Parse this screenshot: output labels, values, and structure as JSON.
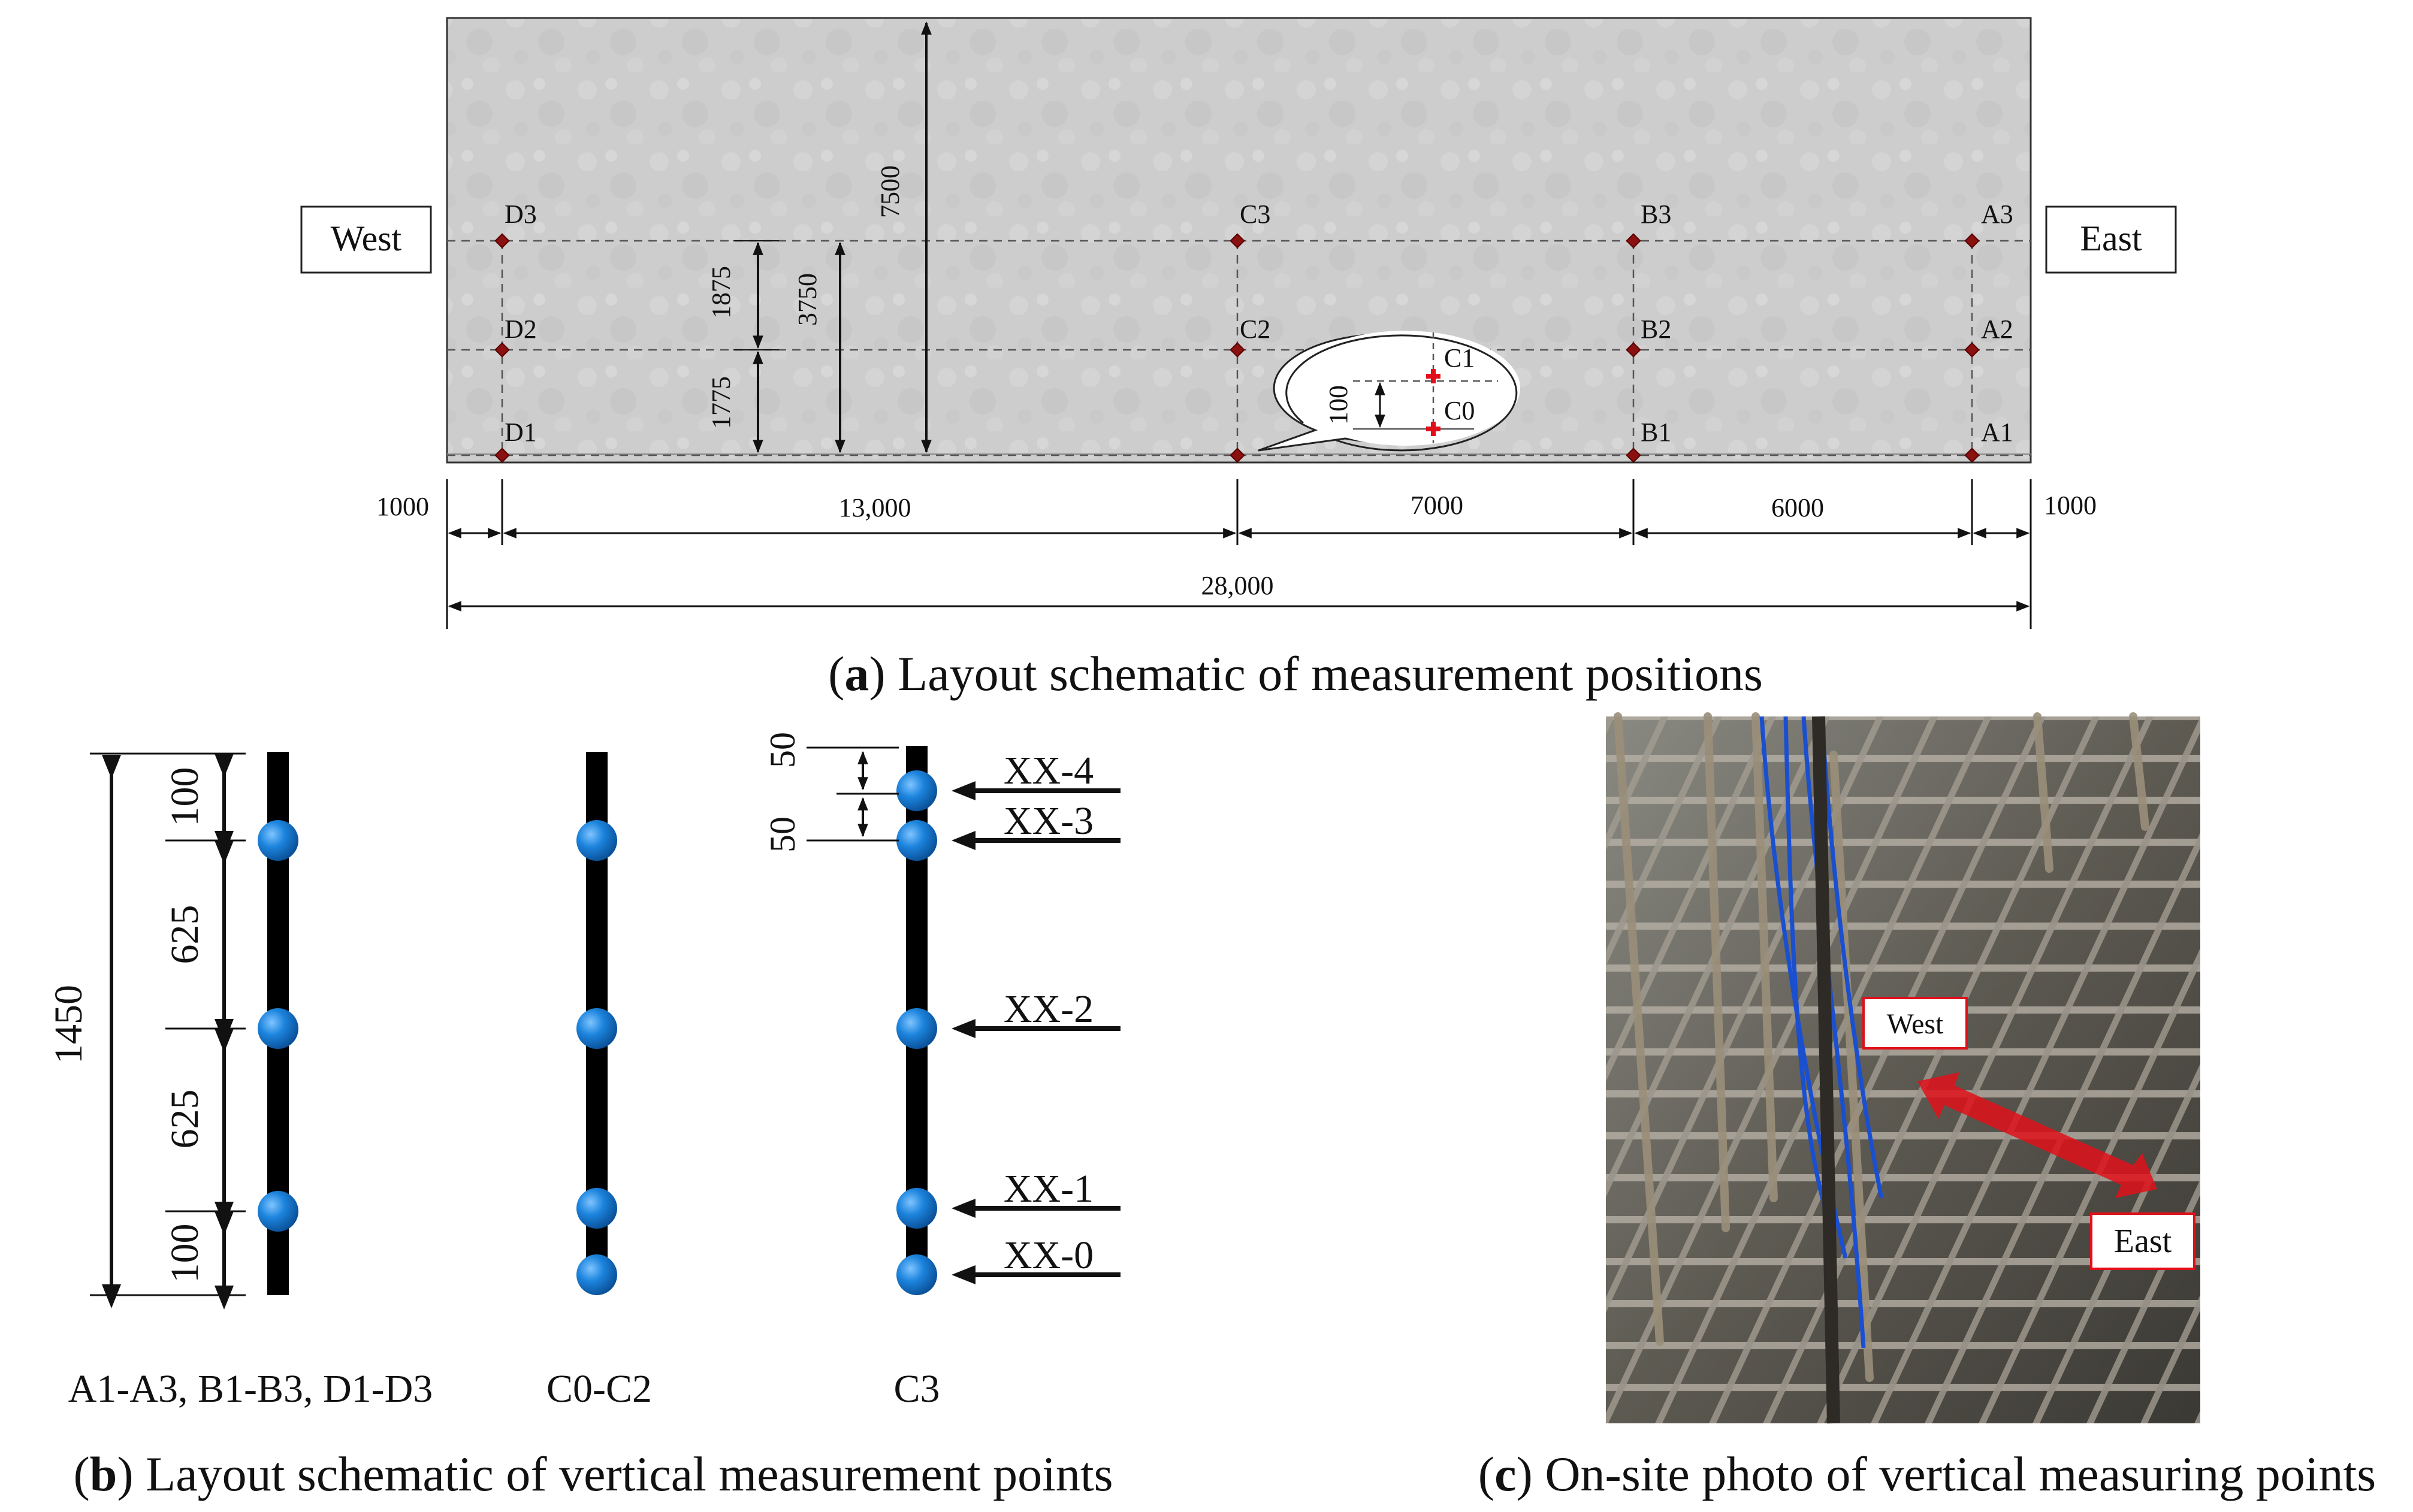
{
  "panel_a": {
    "caption_letter": "a",
    "caption_text": ") Layout schematic of measurement positions",
    "caption_open": "(",
    "west_label": "West",
    "east_label": "East",
    "points": {
      "D3": "D3",
      "D2": "D2",
      "D1": "D1",
      "C3": "C3",
      "C2": "C2",
      "B3": "B3",
      "B2": "B2",
      "B1": "B1",
      "A3": "A3",
      "A2": "A2",
      "A1": "A1"
    },
    "callout": {
      "c1": "C1",
      "c0": "C0",
      "dim": "100"
    },
    "vertical_dims": {
      "total": "7500",
      "mid": "3750",
      "upper": "1875",
      "lower": "1775"
    },
    "horizontal_dims": {
      "left_edge": "1000",
      "seg_dc": "13,000",
      "seg_cb": "7000",
      "seg_ba": "6000",
      "right_edge": "1000",
      "total": "28,000"
    }
  },
  "panel_b": {
    "caption_open": "(",
    "caption_letter": "b",
    "caption_text": ") Layout schematic of vertical measurement points",
    "rod_labels": {
      "rod1": "A1-A3, B1-B3, D1-D3",
      "rod2": "C0-C2",
      "rod3": "C3"
    },
    "rod1_dims": {
      "total": "1450",
      "top": "100",
      "upper": "625",
      "lower": "625",
      "bottom": "100"
    },
    "rod3_dims": {
      "d1": "50",
      "d2": "50"
    },
    "rod3_levels": [
      "XX-4",
      "XX-3",
      "XX-2",
      "XX-1",
      "XX-0"
    ]
  },
  "panel_c": {
    "caption_open": "(",
    "caption_letter": "c",
    "caption_text": ") On-site photo of vertical measuring points",
    "west_tag": "West",
    "east_tag": "East"
  },
  "colors": {
    "slab": "#cfcfcf",
    "point_marker": "#8b1010",
    "callout_cross": "#e0101a",
    "sensor_ball": "#1673c9",
    "photo_tag": "#e0101a"
  }
}
